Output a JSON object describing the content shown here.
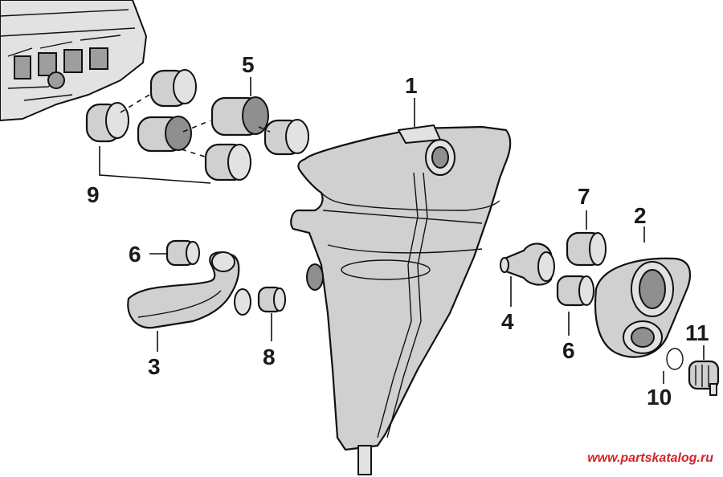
{
  "diagram": {
    "callouts": [
      "1",
      "2",
      "3",
      "4",
      "5",
      "6",
      "6",
      "7",
      "8",
      "9",
      "10",
      "11"
    ]
  },
  "watermark": "www.partskatalog.ru"
}
